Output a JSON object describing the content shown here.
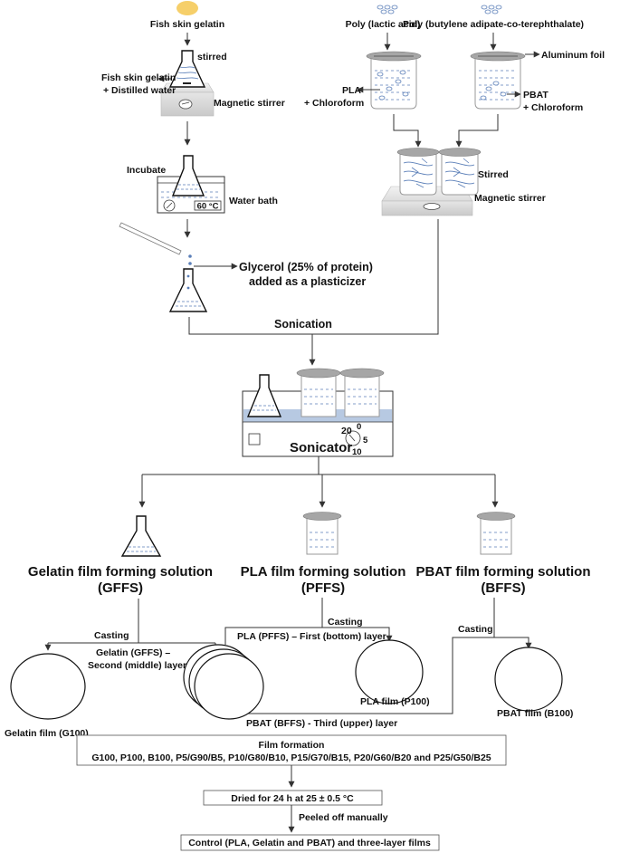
{
  "labels": {
    "fish_skin_gelatin": "Fish skin gelatin",
    "stirred_1": "stirred",
    "fish_skin_gelatin_water_1": "Fish skin gelatin",
    "fish_skin_gelatin_water_2": "+ Distilled water",
    "magnetic_stirrer_1": "Magnetic stirrer",
    "incubate": "Incubate",
    "water_bath": "Water bath",
    "water_bath_temp": "60 °C",
    "glycerol_1": "Glycerol (25% of protein)",
    "glycerol_2": "added as a plasticizer",
    "pla_source": "Poly (lactic acid)",
    "pbat_source": "Poly (butylene adipate-co-terephthalate)",
    "aluminum_foil": "Aluminum foil",
    "pla_chloroform_1": "PLA",
    "pla_chloroform_2": "+ Chloroform",
    "pbat_chloroform_1": "PBAT",
    "pbat_chloroform_2": "+ Chloroform",
    "stirred_2": "Stirred",
    "magnetic_stirrer_2": "Magnetic stirrer",
    "sonication": "Sonication",
    "sonicator": "Sonicator",
    "dial_20": "20",
    "dial_0": "0",
    "dial_5": "5",
    "dial_10": "10",
    "gffs_1": "Gelatin film forming solution",
    "gffs_2": "(GFFS)",
    "pffs_1": "PLA film forming solution",
    "pffs_2": "(PFFS)",
    "bffs_1": "PBAT film forming solution",
    "bffs_2": "(BFFS)",
    "casting_1": "Casting",
    "casting_2": "Casting",
    "casting_3": "Casting",
    "second_layer_1": "Gelatin (GFFS) –",
    "second_layer_2": "Second (middle) layer",
    "first_layer": "PLA (PFFS) – First (bottom) layer",
    "third_layer": "PBAT (BFFS) - Third (upper) layer",
    "gelatin_film": "Gelatin film (G100)",
    "pla_film": "PLA film (P100)",
    "pbat_film": "PBAT film (B100)",
    "film_formation_title": "Film formation",
    "film_formation_list": "G100, P100, B100, P5/G90/B5, P10/G80/B10, P15/G70/B15, P20/G60/B20 and P25/G50/B25",
    "dried": "Dried for 24 h at 25 ± 0.5 °C",
    "peeled": "Peeled off manually",
    "final": "Control (PLA, Gelatin and PBAT) and three-layer films"
  },
  "colors": {
    "gelatin_powder": "#f6cf6a",
    "liquid": "#5b7fb8",
    "water_bath_blue": "#b7c9e2",
    "lid_gray": "#a6a6a6"
  }
}
